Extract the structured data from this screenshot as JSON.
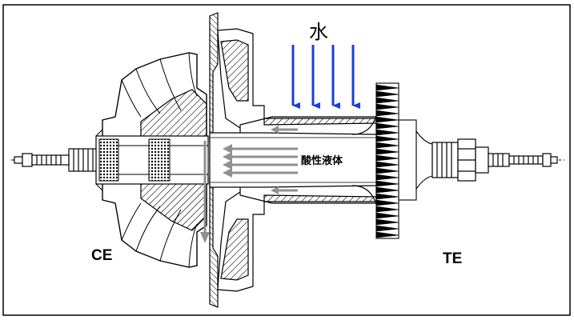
{
  "labels": {
    "water": "水",
    "acid_liquid": "酸性液体",
    "ce": "CE",
    "te": "TE"
  },
  "colors": {
    "water_arrow": "#1a3fd6",
    "flow_arrow": "#909090",
    "hatch": "#000000",
    "outline": "#1a1a1a"
  }
}
